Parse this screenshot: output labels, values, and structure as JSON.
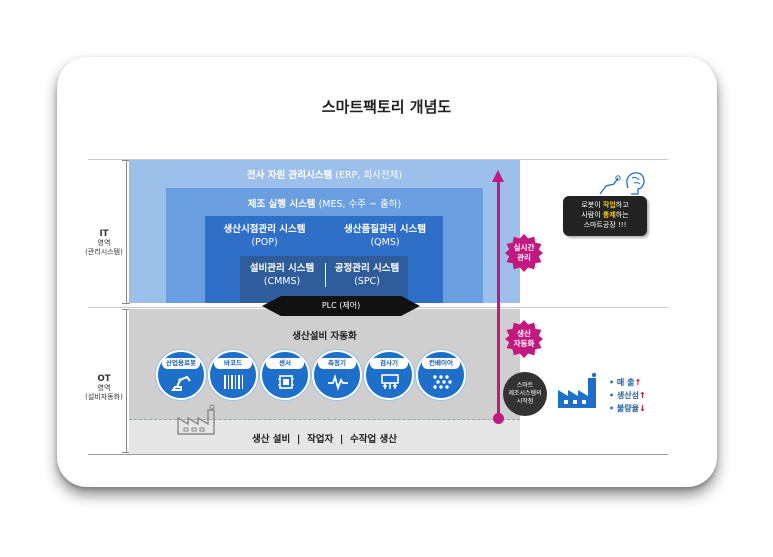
{
  "title": "스마트팩토리 개념도",
  "it_zone": {
    "label": "IT",
    "sub1": "영역",
    "sub2": "(관리시스템)"
  },
  "ot_zone": {
    "label": "OT",
    "sub1": "영역",
    "sub2": "(설비자동화)"
  },
  "erp": {
    "name": "전사 자원 관리시스템",
    "detail": "(ERP, 회사전체)"
  },
  "mes": {
    "name": "제조 실행 시스템",
    "detail": "(MES, 수주 ~ 출하)"
  },
  "pop": {
    "name": "생산시점관리 시스템",
    "abbr": "(POP)"
  },
  "qms": {
    "name": "생산품질관리 시스템",
    "abbr": "(QMS)"
  },
  "cmms": {
    "name": "설비관리 시스템",
    "abbr": "(CMMS)"
  },
  "spc": {
    "name": "공정관리 시스템",
    "abbr": "(SPC)"
  },
  "plc": "PLC (제어)",
  "automation": {
    "title": "생산설비 자동화"
  },
  "equipment": [
    {
      "label": "산업용로봇",
      "icon": "robot-arm-icon"
    },
    {
      "label": "바코드",
      "icon": "barcode-icon"
    },
    {
      "label": "센서",
      "icon": "sensor-chip-icon"
    },
    {
      "label": "측정기",
      "icon": "waveform-icon"
    },
    {
      "label": "검사기",
      "icon": "inspection-icon"
    },
    {
      "label": "컨베이어",
      "icon": "conveyor-icon"
    }
  ],
  "bottom": {
    "a": "생산 설비",
    "sep": "|",
    "b": "작업자",
    "c": "수작업 생산"
  },
  "bursts": {
    "realtime_1": "실시간",
    "realtime_2": "관리",
    "auto_1": "생산",
    "auto_2": "자동화"
  },
  "callout": {
    "l1a": "로봇이 ",
    "l1b": "작업",
    "l1c": "하고",
    "l2a": "사람이 ",
    "l2b": "통제",
    "l2c": "하는",
    "l3": "스마트공장 !!!"
  },
  "start_bubble": {
    "l1": "스마트",
    "l2": "제조시스템의",
    "l3": "시작점"
  },
  "metrics": [
    {
      "bullet": "•",
      "label": "매  출",
      "arrow": "↑"
    },
    {
      "bullet": "•",
      "label": "생산성",
      "arrow": "↑"
    },
    {
      "bullet": "•",
      "label": "불량율",
      "arrow": "↓"
    }
  ],
  "colors": {
    "erp": "#9dc0ea",
    "mes": "#6a9ee0",
    "pop": "#2f6fc7",
    "cmms": "#2f5c9a",
    "ot": "#cfcfcf",
    "accent": "#c2187f"
  }
}
